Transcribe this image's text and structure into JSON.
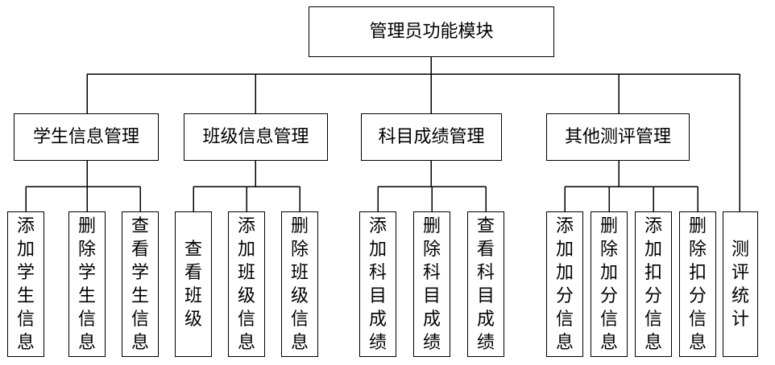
{
  "root": {
    "label": "管理员功能模块"
  },
  "modules": [
    {
      "label": "学生信息管理",
      "children": [
        "添加学生信息",
        "删除学生信息",
        "查看学生信息"
      ]
    },
    {
      "label": "班级信息管理",
      "children": [
        "查看班级",
        "添加班级信息",
        "删除班级信息"
      ]
    },
    {
      "label": "科目成绩管理",
      "children": [
        "添加科目成绩",
        "删除科目成绩",
        "查看科目成绩"
      ]
    },
    {
      "label": "其他测评管理",
      "children": [
        "添加加分信息",
        "删除加分信息",
        "添加扣分信息",
        "删除扣分信息"
      ]
    }
  ],
  "standalone": {
    "label": "测评统计"
  }
}
